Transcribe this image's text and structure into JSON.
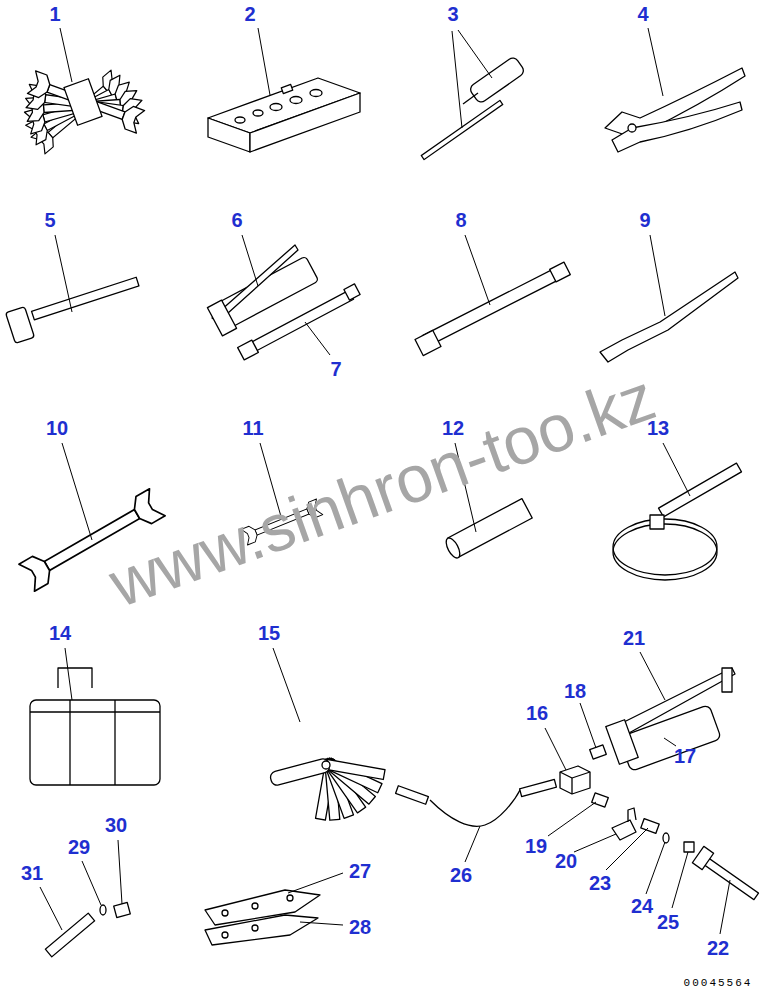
{
  "diagram": {
    "labels": [
      "1",
      "2",
      "3",
      "4",
      "5",
      "6",
      "7",
      "8",
      "9",
      "10",
      "11",
      "12",
      "13",
      "14",
      "15",
      "16",
      "17",
      "18",
      "19",
      "20",
      "21",
      "22",
      "23",
      "24",
      "25",
      "26",
      "27",
      "28",
      "29",
      "30",
      "31",
      "www.sinhron-too.kz",
      "00045564"
    ]
  }
}
